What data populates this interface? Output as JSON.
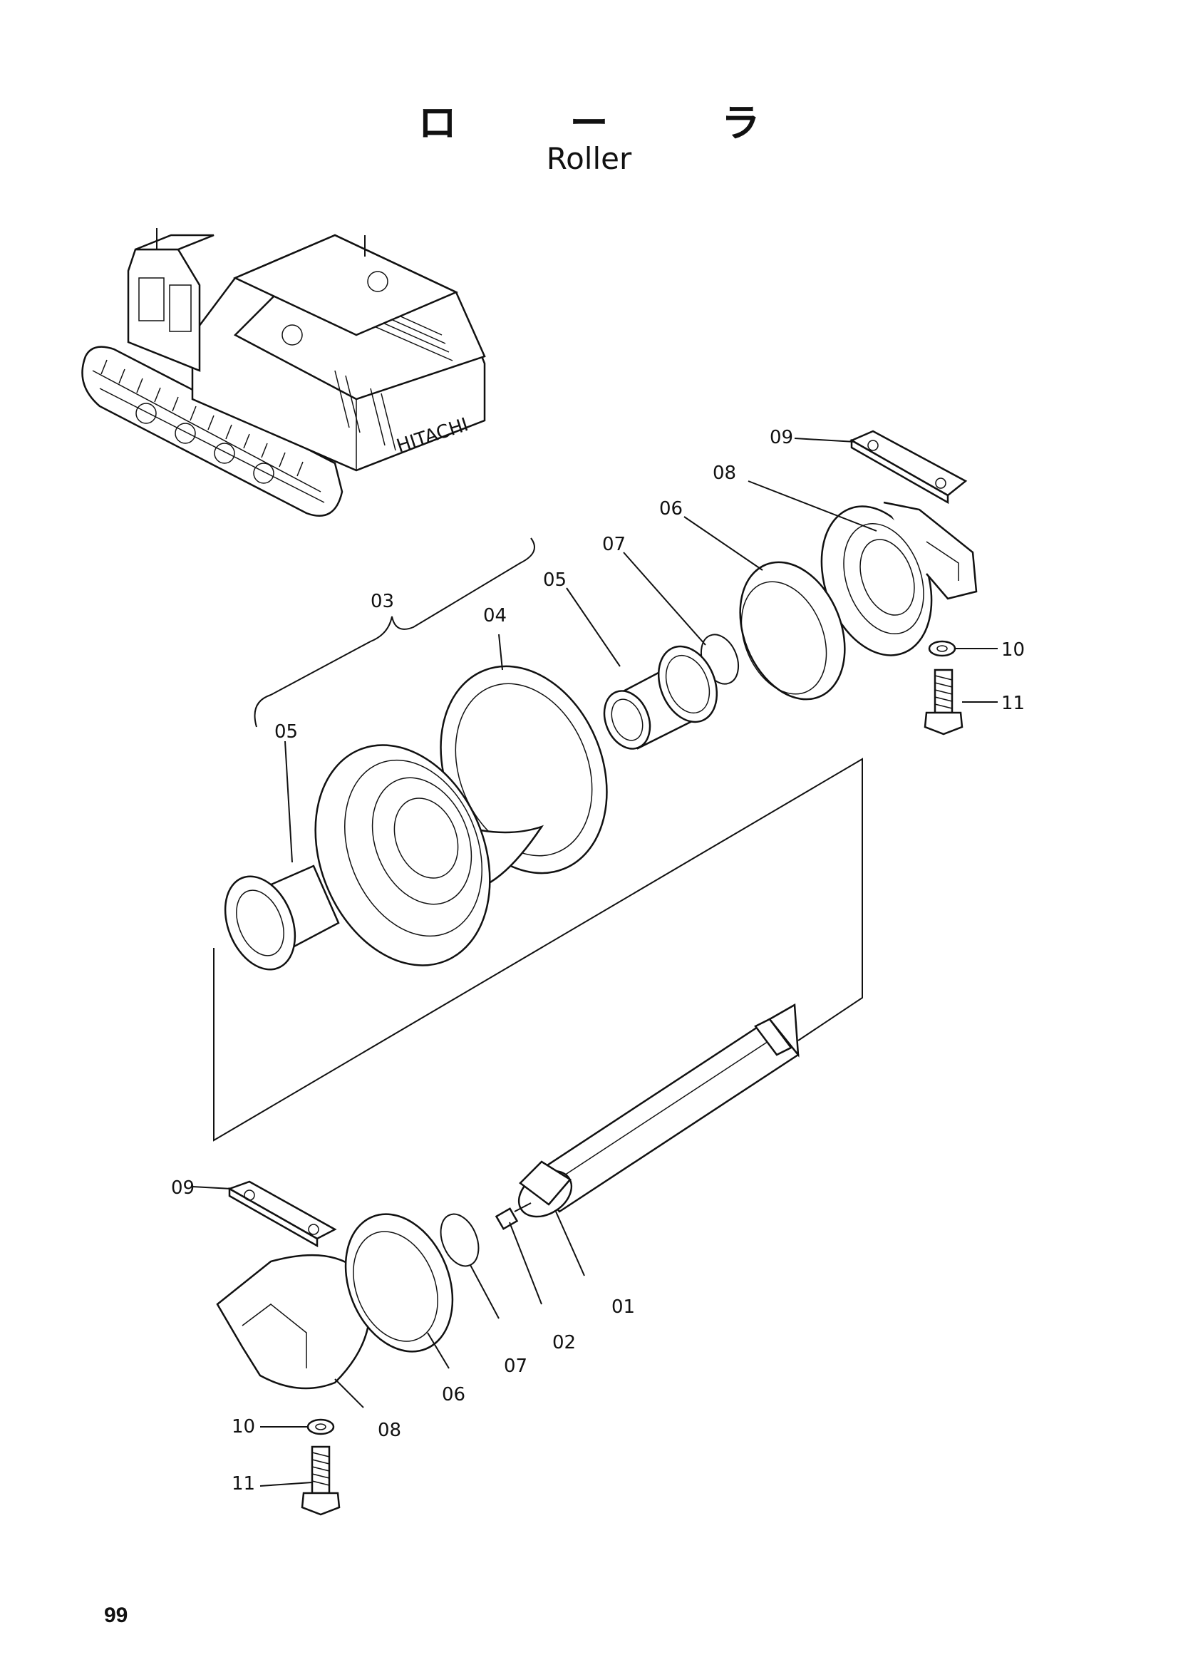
{
  "title": {
    "japanese": "ロ ー ラ",
    "english": "Roller"
  },
  "page_number": "99",
  "machine_badge": "HITACHI",
  "callouts": {
    "top_09": "09",
    "top_08": "08",
    "top_06": "06",
    "top_07": "07",
    "top_05": "05",
    "group_03": "03",
    "roller_04": "04",
    "left_05": "05",
    "top_10": "10",
    "top_11": "11",
    "bot_09": "09",
    "shaft_01": "01",
    "plug_02": "02",
    "bot_07": "07",
    "bot_06": "06",
    "bot_08": "08",
    "bot_10": "10",
    "bot_11": "11"
  }
}
